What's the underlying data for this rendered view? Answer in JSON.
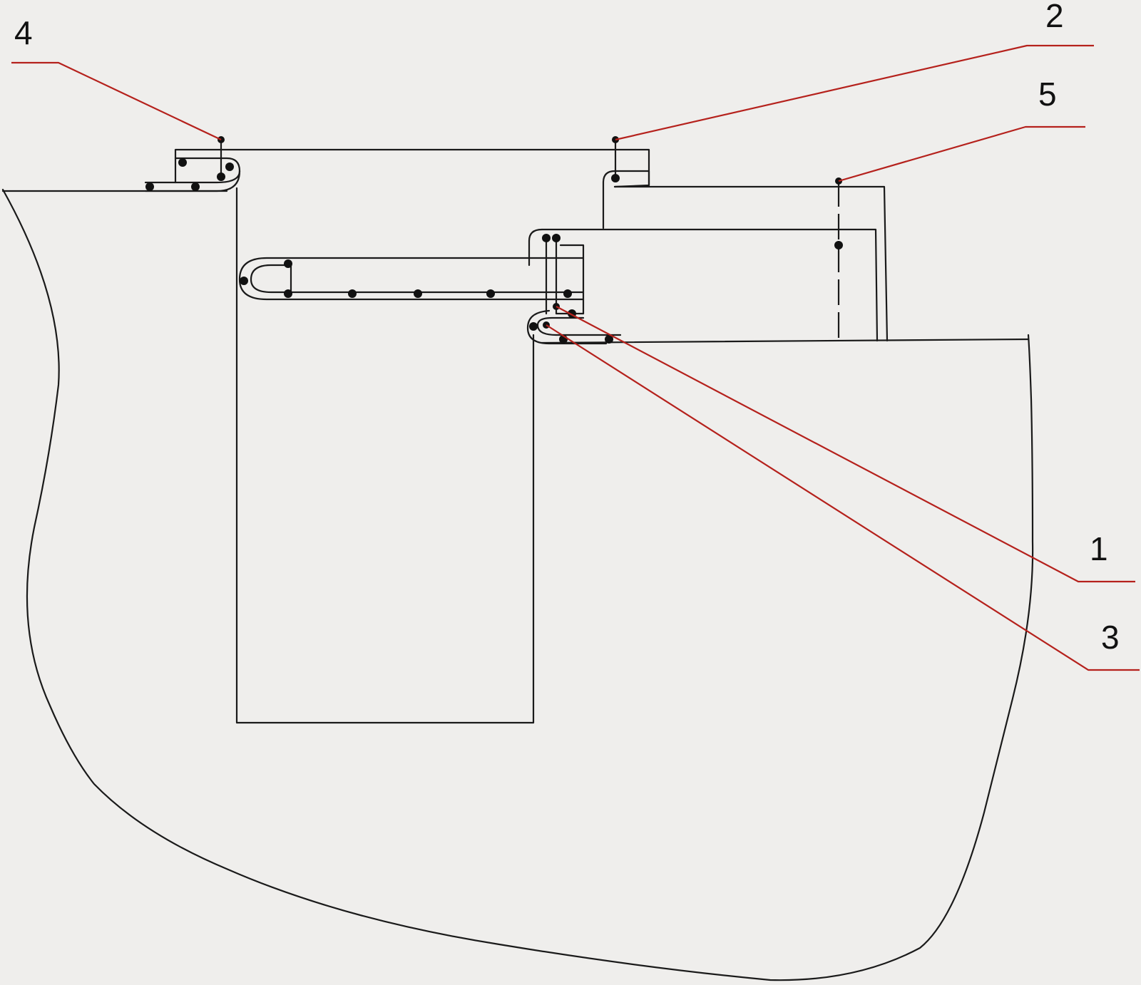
{
  "colors": {
    "background": "#efeeec",
    "line": "#1a1a1a",
    "leader": "#b5211c",
    "stitch": "#111111"
  },
  "callouts": [
    {
      "id": "4",
      "label": "4"
    },
    {
      "id": "2",
      "label": "2"
    },
    {
      "id": "5",
      "label": "5"
    },
    {
      "id": "1",
      "label": "1"
    },
    {
      "id": "3",
      "label": "3"
    }
  ]
}
